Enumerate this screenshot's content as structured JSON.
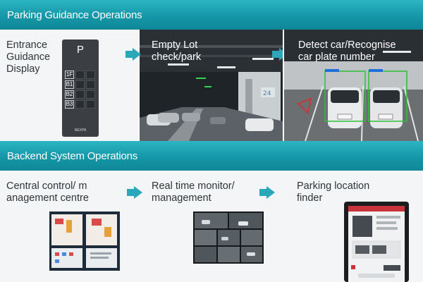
{
  "sections": {
    "top": {
      "title": "Parking Guidance Operations"
    },
    "bottom": {
      "title": "Backend System Operations"
    }
  },
  "top_panels": [
    {
      "label": "Entrance\nGuidance\nDisplay"
    },
    {
      "label": "Empty Lot\ncheck/park"
    },
    {
      "label": "Detect car/Recognise\ncar plate number"
    }
  ],
  "bottom_panels": [
    {
      "label": "Central control/    m\nanagement centre"
    },
    {
      "label": "Real time monitor/\nmanagement"
    },
    {
      "label": "Parking location\nfinder"
    }
  ],
  "display_board": {
    "header": "P",
    "floors": [
      "1F",
      "B1",
      "B2",
      "B3"
    ],
    "logo": "NEXPA"
  },
  "colors": {
    "bar_teal": "#1597a8",
    "arrow_teal": "#2aa7b8",
    "detect_box": "#2fbf3a",
    "plate_tag": "#1e6fd9"
  },
  "icons": [
    "chevron-right-arrow-icon"
  ]
}
